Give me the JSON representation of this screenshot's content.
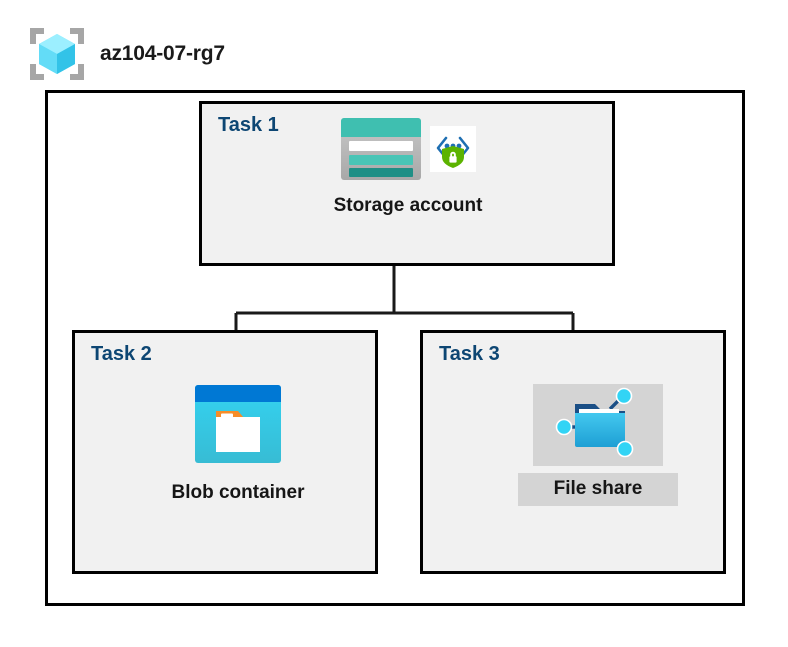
{
  "diagram": {
    "type": "azure-architecture",
    "resource_group": {
      "name": "az104-07-rg7",
      "icon": "resource-group-cube-icon"
    },
    "tasks": [
      {
        "id": "task1",
        "label": "Task 1",
        "node": {
          "caption": "Storage account",
          "icons": [
            "storage-account-icon",
            "secure-endpoint-shield-icon"
          ],
          "highlighted": false
        }
      },
      {
        "id": "task2",
        "label": "Task 2",
        "node": {
          "caption": "Blob container",
          "icons": [
            "blob-container-icon"
          ],
          "highlighted": false
        }
      },
      {
        "id": "task3",
        "label": "Task 3",
        "node": {
          "caption": "File share",
          "icons": [
            "file-share-icon"
          ],
          "highlighted": true
        }
      }
    ],
    "connections": [
      {
        "from": "task1",
        "to": "task2"
      },
      {
        "from": "task1",
        "to": "task3"
      }
    ],
    "colors": {
      "task_label": "#0d4673",
      "box_border": "#000000",
      "box_fill": "#f1f1f1",
      "canvas": "#ffffff",
      "highlight": "#d4d4d4",
      "storage_teal": "#3fbfb0",
      "blob_blue": "#0078d4",
      "blob_cyan": "#32c8ea",
      "shield_green": "#5cb300",
      "cube_cyan": "#50e6ff"
    }
  }
}
